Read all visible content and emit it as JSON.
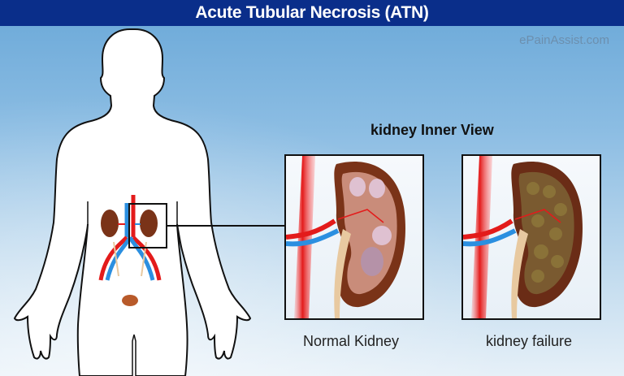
{
  "header": {
    "title": "Acute Tubular Necrosis (ATN)",
    "background_color": "#0a2e8a"
  },
  "watermark": "ePainAssist.com",
  "figure": {
    "body_outline": "human-body-silhouette",
    "highlight": "right-kidney-zoom-box",
    "organs_shown": [
      "left kidney",
      "right kidney",
      "aorta",
      "vena cava",
      "ureters",
      "bladder"
    ]
  },
  "inner_view": {
    "heading": "kidney Inner View",
    "panels": [
      {
        "caption": "Normal Kidney",
        "illustration": "normal-kidney-cross-section"
      },
      {
        "caption": "kidney failure",
        "illustration": "failed-kidney-cross-section"
      }
    ]
  },
  "colors": {
    "artery": "#e31b1b",
    "vein": "#2b8fe0",
    "kidney": "#7a3318",
    "ureter": "#e8c9a0"
  }
}
